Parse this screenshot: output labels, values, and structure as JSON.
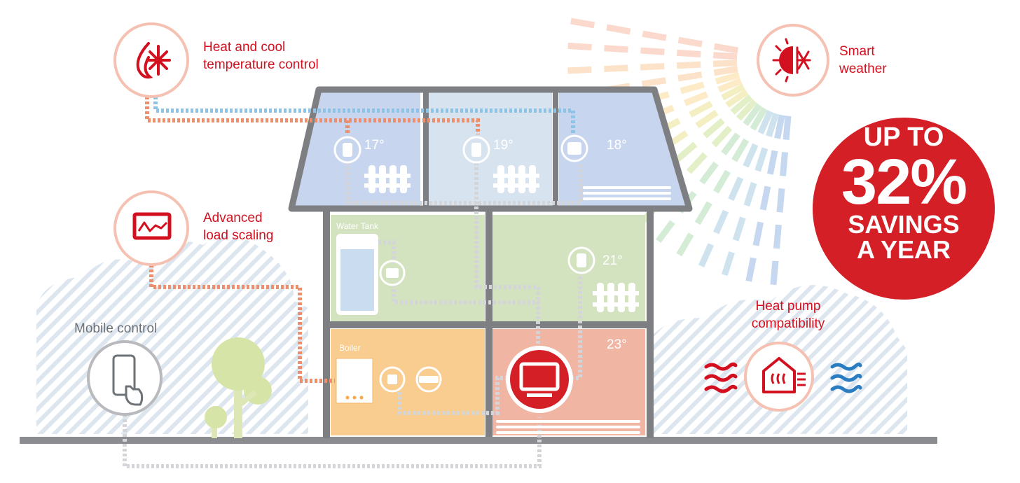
{
  "features": {
    "heat_cool": {
      "line1": "Heat and cool",
      "line2": "temperature control",
      "icon": "flame-snowflake-icon"
    },
    "smart_weather": {
      "line1": "Smart",
      "line2": "weather",
      "icon": "sun-snowflake-icon"
    },
    "load_scaling": {
      "line1": "Advanced",
      "line2": "load scaling",
      "icon": "waveform-monitor-icon"
    },
    "mobile": {
      "label": "Mobile control",
      "icon": "phone-touch-icon"
    },
    "heat_pump": {
      "line1": "Heat pump",
      "line2": "compatibility",
      "icon": "house-heat-icon"
    }
  },
  "rooms": {
    "water_tank": "Water Tank",
    "boiler": "Boiler"
  },
  "temperatures": {
    "attic_left": "17°",
    "attic_mid": "19°",
    "attic_right": "18°",
    "middle_right": "21°",
    "ground_right": "23°"
  },
  "badge": {
    "line1": "UP TO",
    "line2": "32%",
    "line3": "SAVINGS",
    "line4": "A YEAR"
  },
  "colors": {
    "brand_red": "#d41f26",
    "house_outline": "#7d7f82",
    "attic_blue": "#c7d6ee",
    "middle_green": "#d3e3bf",
    "boiler_orange": "#f9cc8f",
    "ground_salmon": "#f0b5a3",
    "hot_wire": "#eb8f6f",
    "cold_wire": "#8ec3e6",
    "neutral_wire": "#d3d5d8"
  }
}
